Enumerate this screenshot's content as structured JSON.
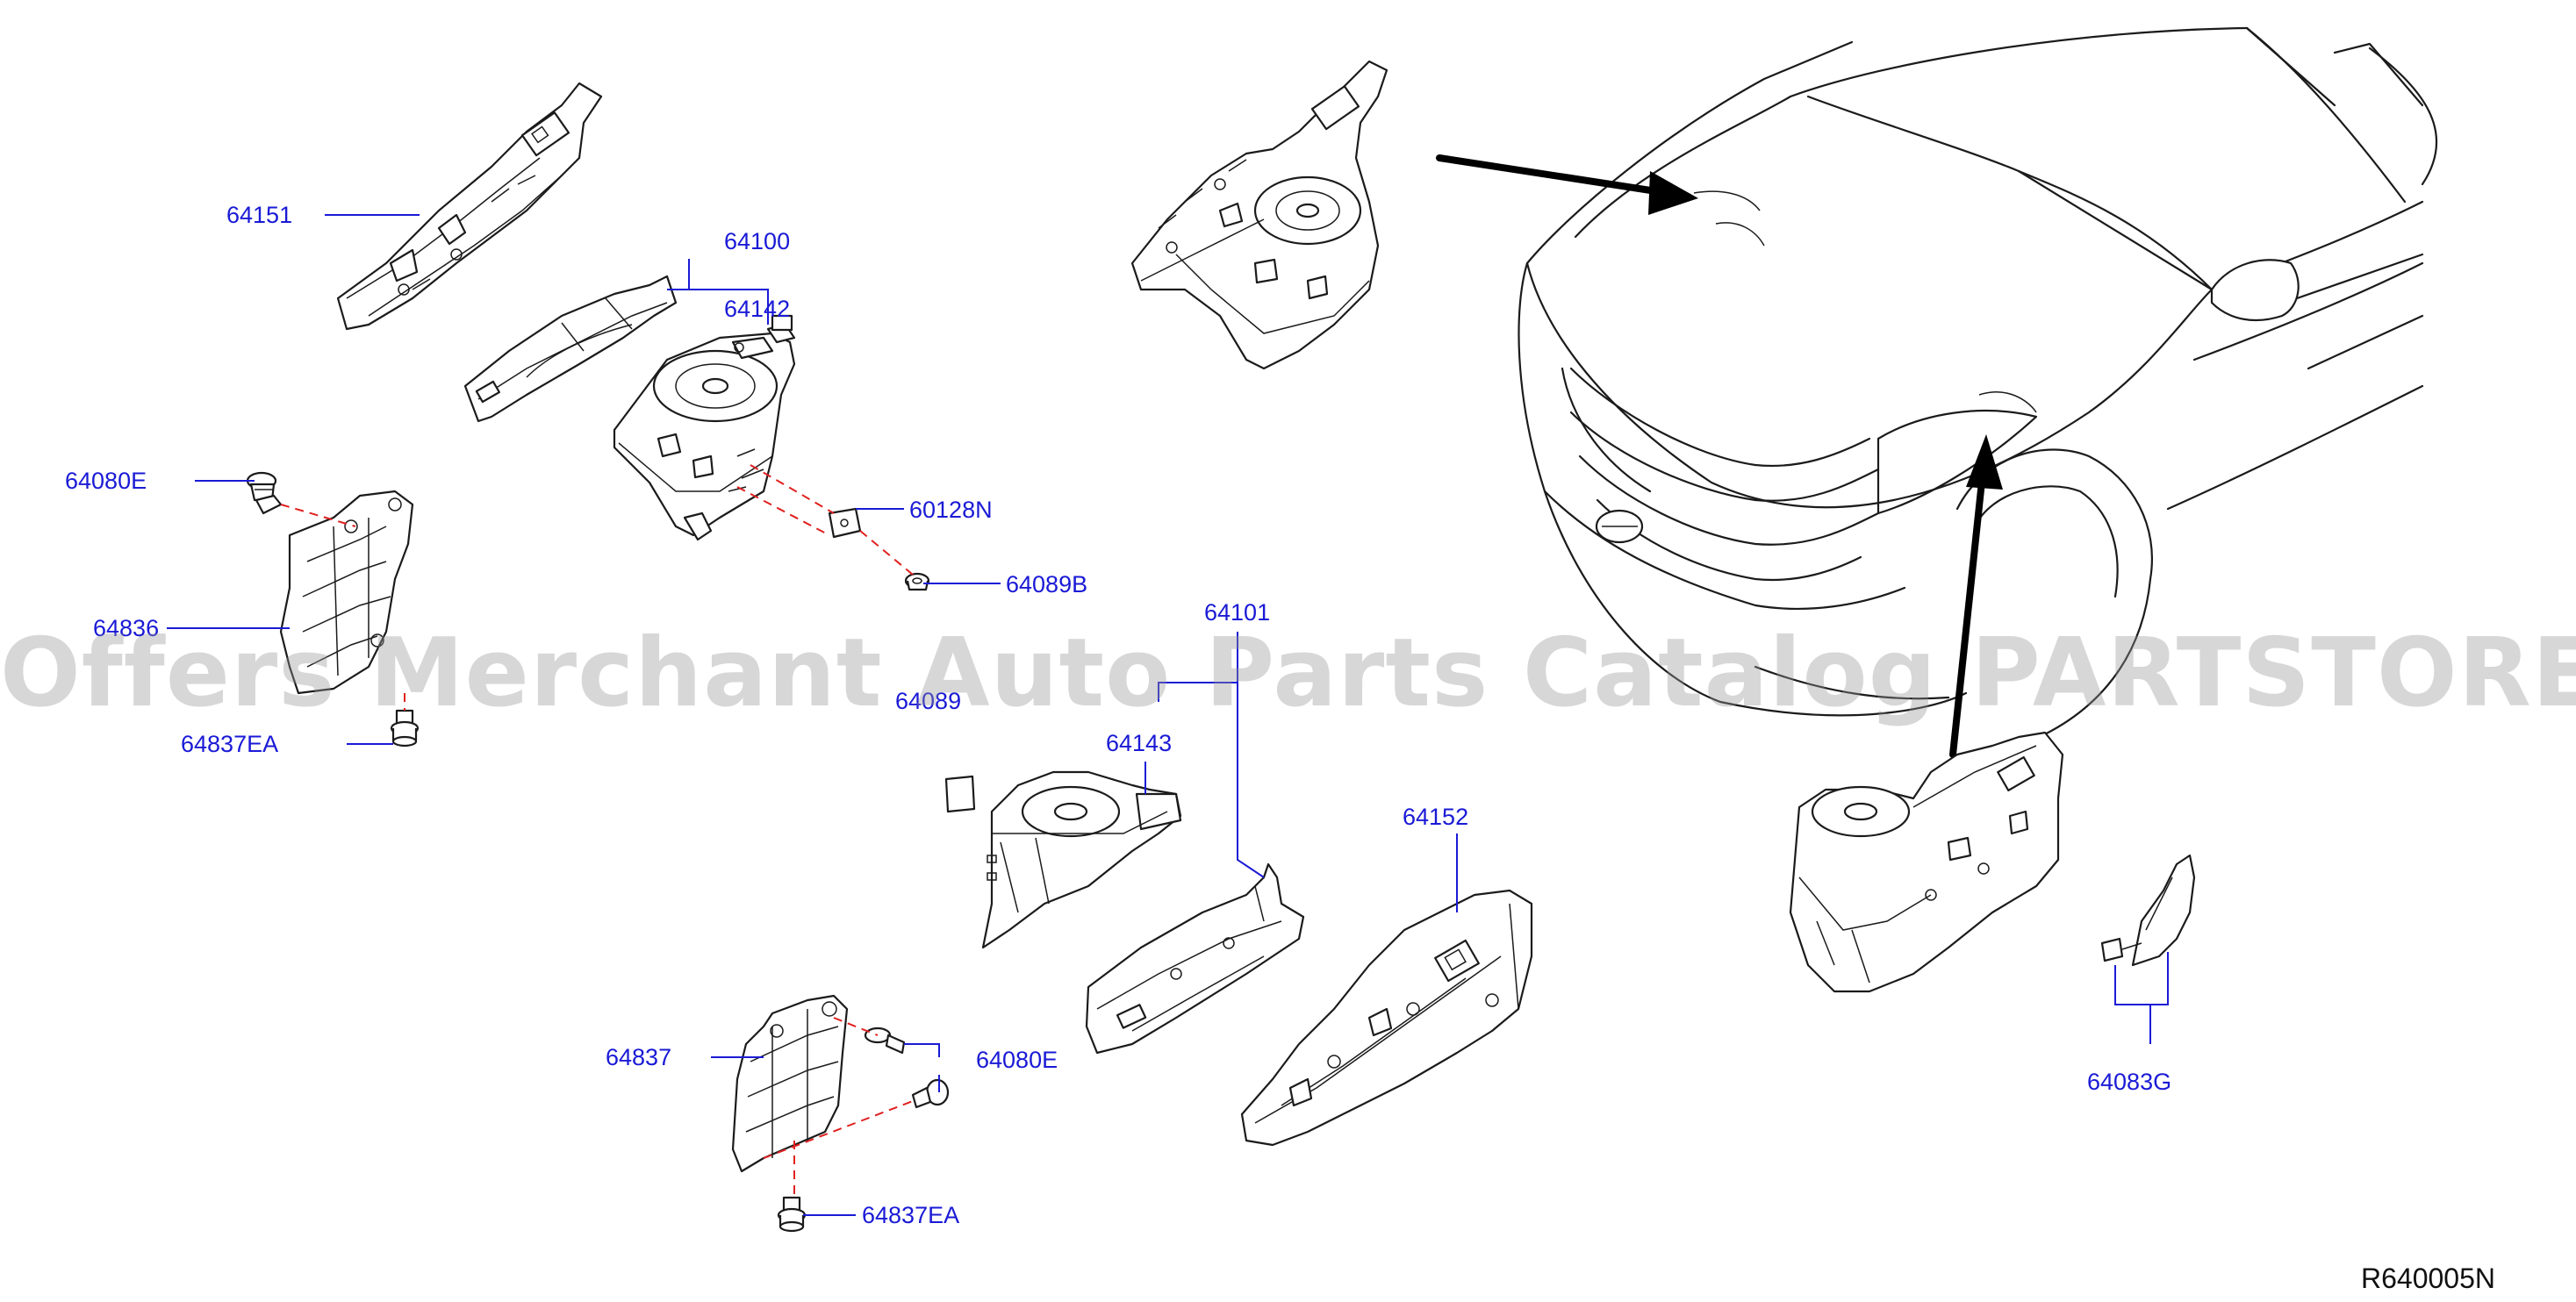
{
  "diagram": {
    "reference_code": "R640005N",
    "watermark": "Offers Merchant Auto Parts Catalog PARTSTORE.SA",
    "part_labels": [
      {
        "id": "p64151",
        "text": "64151"
      },
      {
        "id": "p64100",
        "text": "64100"
      },
      {
        "id": "p64142",
        "text": "64142"
      },
      {
        "id": "p64080E_top",
        "text": "64080E"
      },
      {
        "id": "p60128N",
        "text": "60128N"
      },
      {
        "id": "p64089B",
        "text": "64089B"
      },
      {
        "id": "p64836",
        "text": "64836"
      },
      {
        "id": "p64837EA_top",
        "text": "64837EA"
      },
      {
        "id": "p64101",
        "text": "64101"
      },
      {
        "id": "p64089_partial",
        "text": "64089"
      },
      {
        "id": "p64143",
        "text": "64143"
      },
      {
        "id": "p64152",
        "text": "64152"
      },
      {
        "id": "p64837",
        "text": "64837"
      },
      {
        "id": "p64080E_bottom",
        "text": "64080E"
      },
      {
        "id": "p64837EA_bottom",
        "text": "64837EA"
      },
      {
        "id": "p64083G",
        "text": "64083G"
      }
    ],
    "colors": {
      "label": "#1a1ad6",
      "line_art": "#1b1b1b",
      "dashed_guide": "#e02020",
      "watermark": "#969696"
    }
  }
}
